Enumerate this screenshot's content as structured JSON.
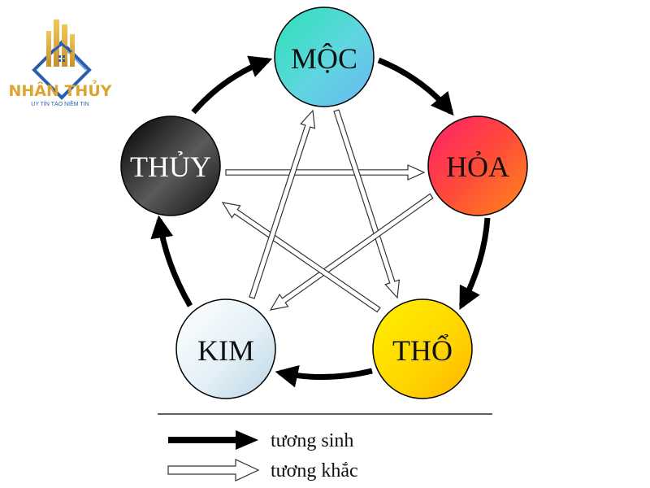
{
  "logo": {
    "brand_name": "NHÂN THỦY",
    "tagline": "UY TÍN TẠO NIỀM TIN",
    "colors": {
      "gold": "#d9a534",
      "blue": "#2a5db0",
      "light_blue": "#6fa4e6"
    }
  },
  "elements": {
    "moc": {
      "label": "MỘC",
      "gradient": [
        "#2be1b5",
        "#5fd6e0",
        "#6ab6f2"
      ],
      "text_color": "#111111"
    },
    "hoa": {
      "label": "HỎA",
      "gradient": [
        "#ff1e6b",
        "#ff4a3a",
        "#ff8a1a"
      ],
      "text_color": "#111111"
    },
    "tho": {
      "label": "THỔ",
      "gradient": [
        "#fff200",
        "#ffd400",
        "#ffb300"
      ],
      "text_color": "#111111"
    },
    "kim": {
      "label": "KIM",
      "gradient": [
        "#ffffff",
        "#e4f1f8",
        "#bcd4e2"
      ],
      "text_color": "#111111"
    },
    "thuy": {
      "label": "THỦY",
      "gradient": [
        "#000000",
        "#5a5a5a",
        "#111111"
      ],
      "text_color": "#ffffff"
    }
  },
  "generating_cycle": [
    "MỘC",
    "HỎA",
    "THỔ",
    "KIM",
    "THỦY"
  ],
  "overcoming_cycle": [
    "MỘC",
    "THỔ",
    "THỦY",
    "HỎA",
    "KIM"
  ],
  "legend": {
    "generating_label": "tương sinh",
    "overcoming_label": "tương khắc"
  }
}
